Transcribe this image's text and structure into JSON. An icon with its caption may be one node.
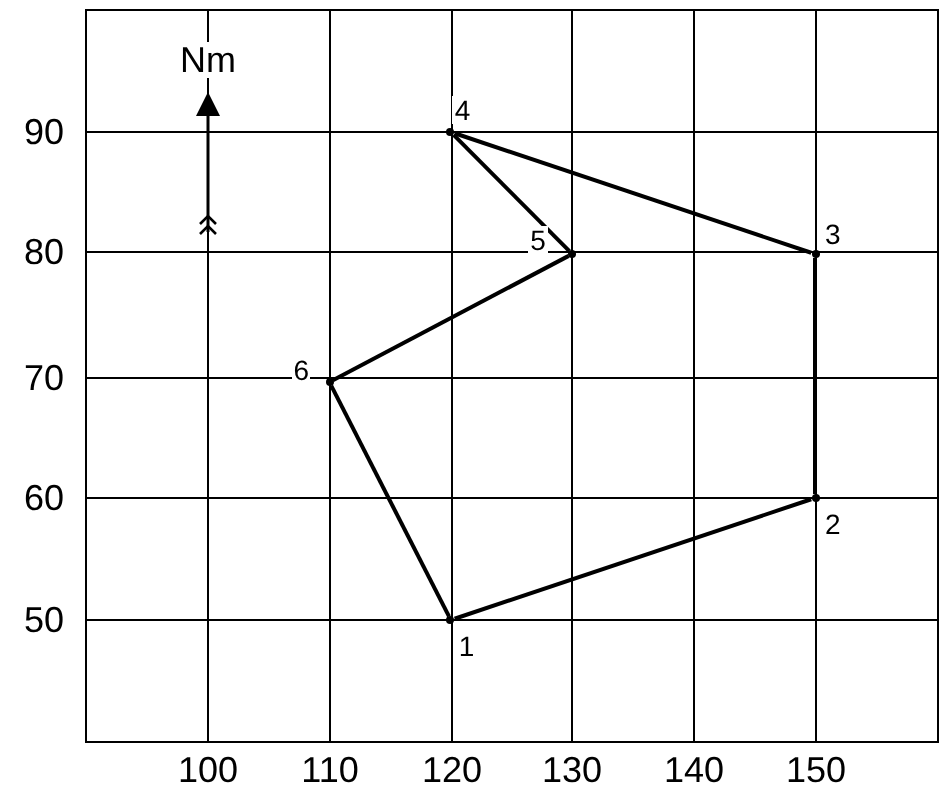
{
  "diagram": {
    "nodes": [
      {
        "text": [
          "1"
        ]
      },
      {
        "text": [
          "2"
        ]
      },
      {
        "text": [
          "3"
        ]
      },
      {
        "text": [
          "4"
        ]
      },
      {
        "text": [
          "5"
        ]
      },
      {
        "text": [
          "6"
        ]
      }
    ],
    "edges": [
      {
        "from": 0,
        "to": 1,
        "arrow": "none"
      },
      {
        "from": 1,
        "to": 2,
        "arrow": "none"
      },
      {
        "from": 2,
        "to": 3,
        "arrow": "none"
      },
      {
        "from": 3,
        "to": 4,
        "arrow": "none"
      },
      {
        "from": 4,
        "to": 5,
        "arrow": "none"
      },
      {
        "from": 5,
        "to": 0,
        "arrow": "none"
      }
    ],
    "labels": [
      "Nm",
      "90",
      "80",
      "70",
      "60",
      "50",
      "100",
      "110",
      "120",
      "130",
      "140",
      "150"
    ]
  }
}
